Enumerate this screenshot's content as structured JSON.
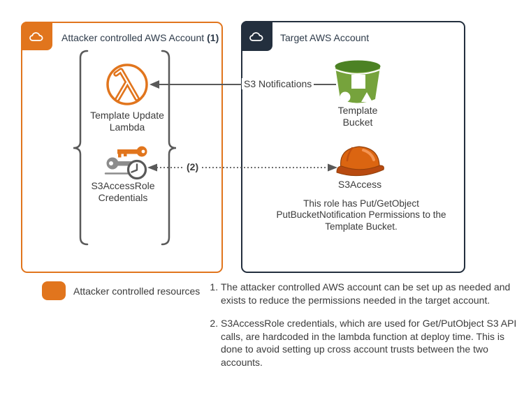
{
  "diagram": {
    "attacker_account": {
      "title": "Attacker controlled AWS Account",
      "title_ref": "(1)",
      "accent_color": "#E1751D",
      "lambda_label": "Template Update Lambda",
      "credentials_label": "S3AccessRole Credentials"
    },
    "target_account": {
      "title": "Target AWS Account",
      "accent_color": "#232F3E",
      "bucket_label": "Template Bucket",
      "bucket_color": "#76A33C",
      "role_label": "S3Access",
      "role_note": "This role has Put/GetObject PutBucketNotification Permissions to the Template Bucket."
    },
    "connections": {
      "s3_notifications": {
        "label": "S3 Notifications",
        "style": "solid"
      },
      "credentials_flow": {
        "label": "(2)",
        "style": "dotted"
      }
    },
    "legend": {
      "label": "Attacker controlled resources",
      "swatch_color": "#E1751D"
    },
    "notes": [
      "The attacker controlled AWS account can be set up as needed and exists to reduce the permissions needed in the target account.",
      "S3AccessRole credentials, which are used for Get/PutObject S3 API calls, are hardcoded in the lambda function at deploy time. This is done to avoid setting up cross account trusts between the two accounts."
    ]
  }
}
